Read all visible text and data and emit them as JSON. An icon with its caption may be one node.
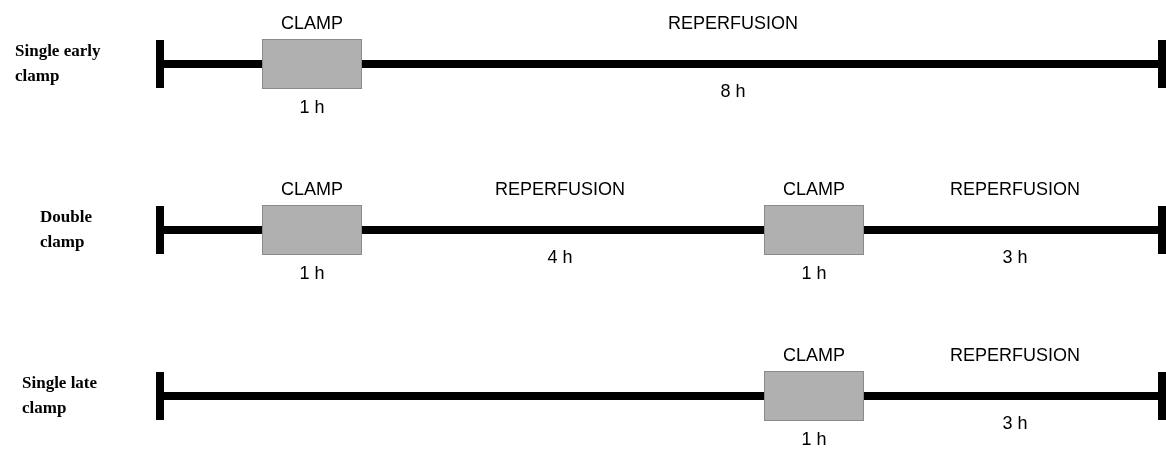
{
  "diagram": {
    "nodes": [
      {
        "text": [
          "CLAMP"
        ],
        "beside": [
          "1 h"
        ]
      },
      {
        "text": [
          "CLAMP"
        ],
        "beside": [
          "1 h"
        ]
      },
      {
        "text": [
          "CLAMP"
        ],
        "beside": [
          "1 h"
        ]
      },
      {
        "text": [
          "CLAMP"
        ],
        "beside": [
          "1 h"
        ]
      }
    ],
    "labels": [
      "REPERFUSION",
      "Single early clamp",
      "8 h",
      "REPERFUSION",
      "Double clamp",
      "4 h",
      "REPERFUSION",
      "3 h",
      "REPERFUSION",
      "Single late clamp",
      "3 h"
    ]
  }
}
